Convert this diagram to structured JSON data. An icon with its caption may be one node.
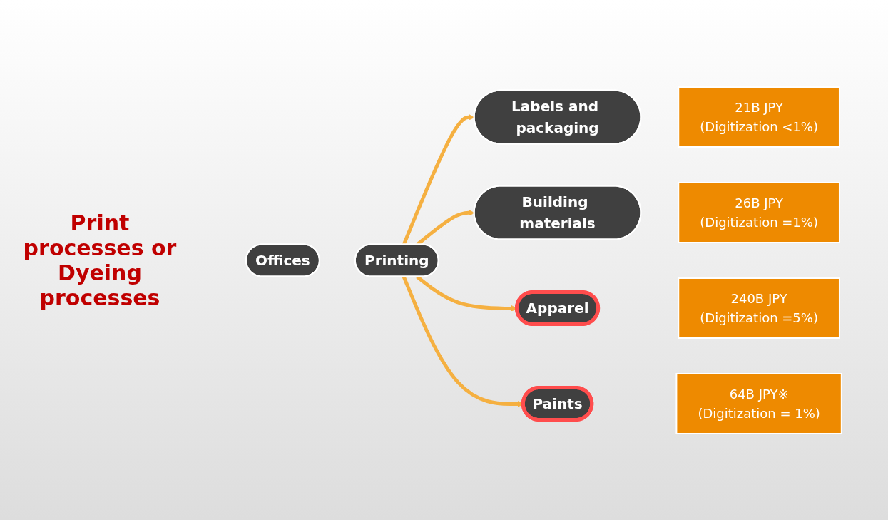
{
  "diagram": {
    "nodes": [
      {
        "text": [
          "Offices"
        ]
      },
      {
        "text": [
          "Printing"
        ]
      },
      {
        "text": [
          "Labels and packaging"
        ]
      },
      {
        "text": [
          "Building materials"
        ]
      },
      {
        "text": [
          "Apparel"
        ]
      },
      {
        "text": [
          "Paints"
        ]
      },
      {
        "text": [
          "21B JPY",
          "(Digitization <1%)"
        ]
      },
      {
        "text": [
          "26B JPY",
          "(Digitization =1%)"
        ]
      },
      {
        "text": [
          "240B JPY",
          "(Digitization =5%)"
        ]
      },
      {
        "text": [
          "64B JPY※",
          "(Digitization = 1%)"
        ]
      }
    ],
    "edges": [
      {
        "from": 1,
        "to": 2,
        "arrow": "to"
      },
      {
        "from": 1,
        "to": 3,
        "arrow": "to"
      },
      {
        "from": 1,
        "to": 4,
        "arrow": "to"
      },
      {
        "from": 1,
        "to": 5,
        "arrow": "to"
      }
    ],
    "labels": [
      "Print processes or Dyeing processes"
    ]
  }
}
